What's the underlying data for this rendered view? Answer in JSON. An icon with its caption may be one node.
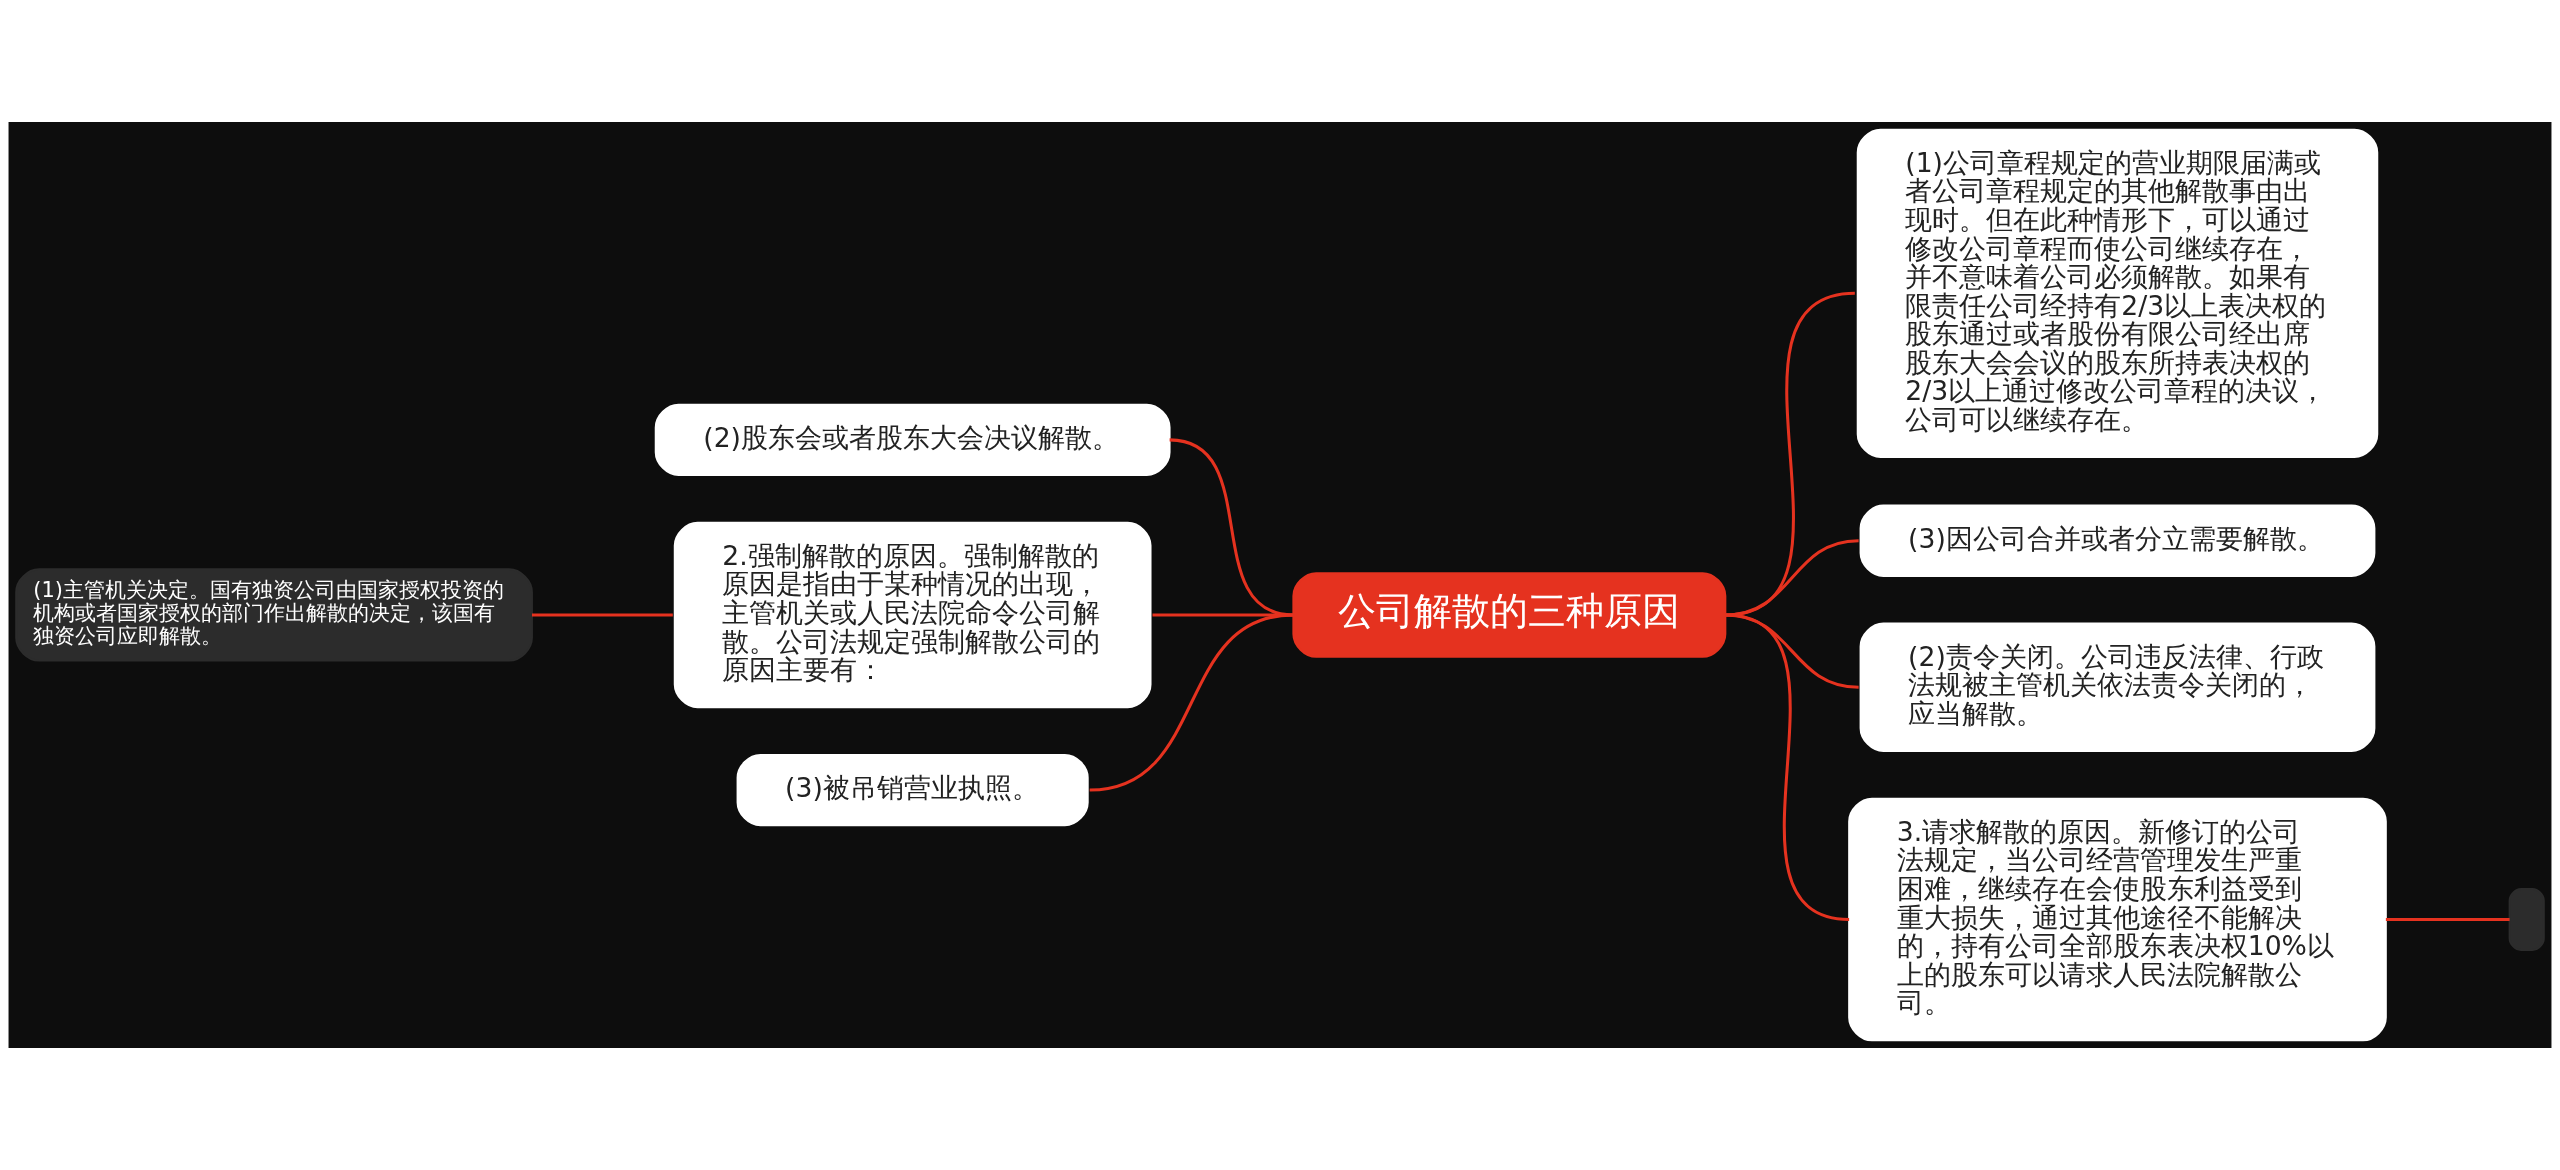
{
  "diagram": {
    "nodes": [
      {
        "text": [
          "公司解散的三种原因"
        ]
      },
      {
        "text": [
          "(2)股东会或者股东大会决议解散。"
        ]
      },
      {
        "text": [
          "2.强制解散的原因。强制解散的原因是指由于某种情况的出现，主管机关或人民法院命令公司解散。公司法规定强制解散公司的原因主要有："
        ]
      },
      {
        "text": [
          "(1)主管机关决定。国有独资公司由国家授权投资的机构或者国家授权的部门作出解散的决定，该国有独资公司应即解散。"
        ]
      },
      {
        "text": [
          "(3)被吊销营业执照。"
        ]
      },
      {
        "text": [
          "(1)公司章程规定的营业期限届满或者公司章程规定的其他解散事由出现时。但在此种情形下，可以通过修改公司章程而使公司继续存在，并不意味着公司必须解散。如果有限责任公司经持有2/3以上表决权的股东通过或者股份有限公司经出席股东大会会议的股东所持表决权的2/3以上通过修改公司章程的决议，公司可以继续存在。"
        ]
      },
      {
        "text": [
          "(3)因公司合并或者分立需要解散。"
        ]
      },
      {
        "text": [
          "(2)责令关闭。公司违反法律、行政法规被主管机关依法责令关闭的，应当解散。"
        ]
      },
      {
        "text": [
          "3.请求解散的原因。新修订的公司法规定，当公司经营管理发生严重困难，继续存在会使股东利益受到重大损失，通过其他途径不能解决的，持有公司全部股东表决权10%以上的股东可以请求人民法院解散公司。"
        ]
      },
      {
        "text": [],
        "shape": "box"
      }
    ],
    "edges": [
      {
        "from": 0,
        "to": 1,
        "arrow": "none"
      },
      {
        "from": 0,
        "to": 2,
        "arrow": "none"
      },
      {
        "from": 2,
        "to": 3,
        "arrow": "none"
      },
      {
        "from": 0,
        "to": 4,
        "arrow": "none"
      },
      {
        "from": 0,
        "to": 5,
        "arrow": "none"
      },
      {
        "from": 0,
        "to": 6,
        "arrow": "none"
      },
      {
        "from": 0,
        "to": 7,
        "arrow": "none"
      },
      {
        "from": 0,
        "to": 8,
        "arrow": "none"
      },
      {
        "from": 8,
        "to": 9,
        "arrow": "none"
      }
    ]
  }
}
